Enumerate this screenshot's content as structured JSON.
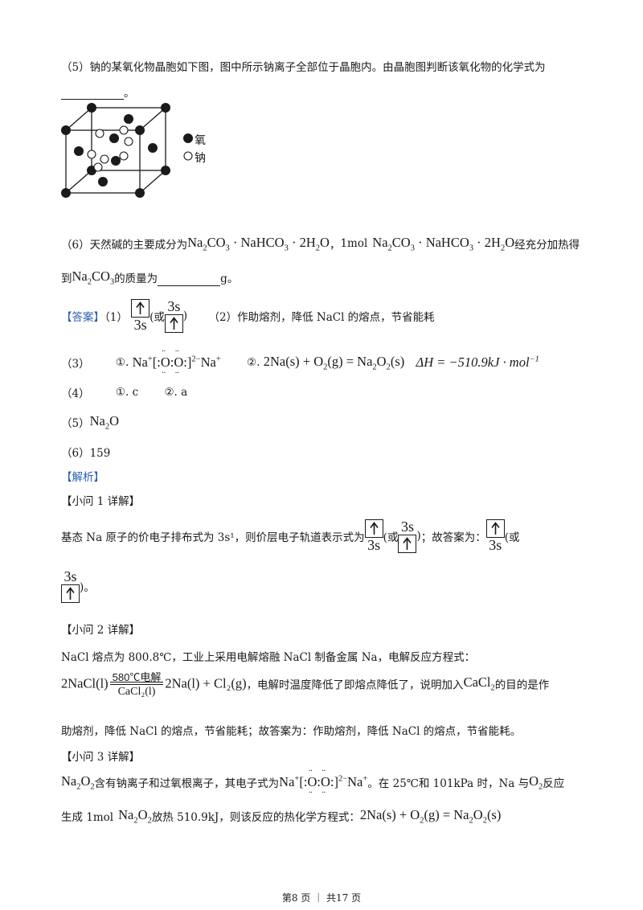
{
  "q5": {
    "text": "（5）钠的某氧化物晶胞如下图，图中所示钠离子全部位于晶胞内。由晶胞图判断该氧化物的化学式为",
    "end": "。",
    "legend_o": "氧",
    "legend_na": "钠"
  },
  "q6": {
    "intro": "（6）天然碱的主要成分为",
    "formula": "Na₂CO₃ · NaHCO₃ · 2H₂O",
    "comma": "，",
    "mol": "1mol",
    "tail": "经充分加热得",
    "l2_pre": "到",
    "na2co3": "Na₂CO₃",
    "l2_mid": "的质量为",
    "unit": "g。"
  },
  "answer": {
    "tag": "【答案】",
    "a1": "（1）",
    "or_open": "(或",
    "or_close": ")",
    "orbital": "3s",
    "a2": "（2）作助熔剂，降低 NaCl 的熔点，节省能耗",
    "a3": "（3）",
    "a3_1": "①.",
    "ion": "Na⁺[:O:O:]²⁻Na⁺",
    "a3_2": "②.",
    "thermo": "2Na(s) + O₂(g) = Na₂O₂(s)",
    "dh": "ΔH = −510.9kJ · mol⁻¹",
    "a4": "（4）",
    "a4_1": "①. c",
    "a4_2": "②. a",
    "a5": "（5）",
    "a5_v": "Na₂O",
    "a6": "（6）159"
  },
  "analysis": {
    "tag": "【解析】",
    "s1": "【小问 1 详解】",
    "s1_text": "基态 Na 原子的价电子排布式为 3s¹，则价层电子轨道表示式为",
    "s1_mid": "；故答案为：",
    "s1_end": ")。",
    "s2": "【小问 2 详解】",
    "s2_text": "NaCl 熔点为 800.8℃，工业上采用电解熔融 NaCl 制备金属 Na，电解反应方程式：",
    "s2_lhs": "2NaCl(l)",
    "cond_top": "580℃电解",
    "cond_bot": "CaCl₂(l)",
    "s2_rhs": "2Na(l) + Cl₂(g)",
    "s2_after": "，电解时温度降低了即熔点降低了，说明加入",
    "cacl2": "CaCl₂",
    "s2_tail": "的目的是作",
    "s2_l2": "助熔剂，降低 NaCl 的熔点，节省能耗；故答案为：作助熔剂，降低 NaCl 的熔点，节省能耗。",
    "s3": "【小问 3 详解】",
    "s3_na2o2": "Na₂O₂",
    "s3_text": "含有钠离子和过氧根离子，其电子式为",
    "s3_ion": "Na⁺[:O:O:]²⁻Na⁺",
    "s3_mid": "。在 25℃和 101kPa 时，Na 与",
    "o2": "O₂",
    "s3_tail": "反应",
    "s3_l2": "生成 1mol",
    "s3_l2b": "放热 510.9kJ，则该反应的热化学方程式：",
    "s3_eq": "2Na(s) + O₂(g) = Na₂O₂(s)"
  },
  "footer": "第8 页 ｜ 共17 页",
  "colors": {
    "accent": "#2a5fb0",
    "text": "#1a1a1a"
  }
}
